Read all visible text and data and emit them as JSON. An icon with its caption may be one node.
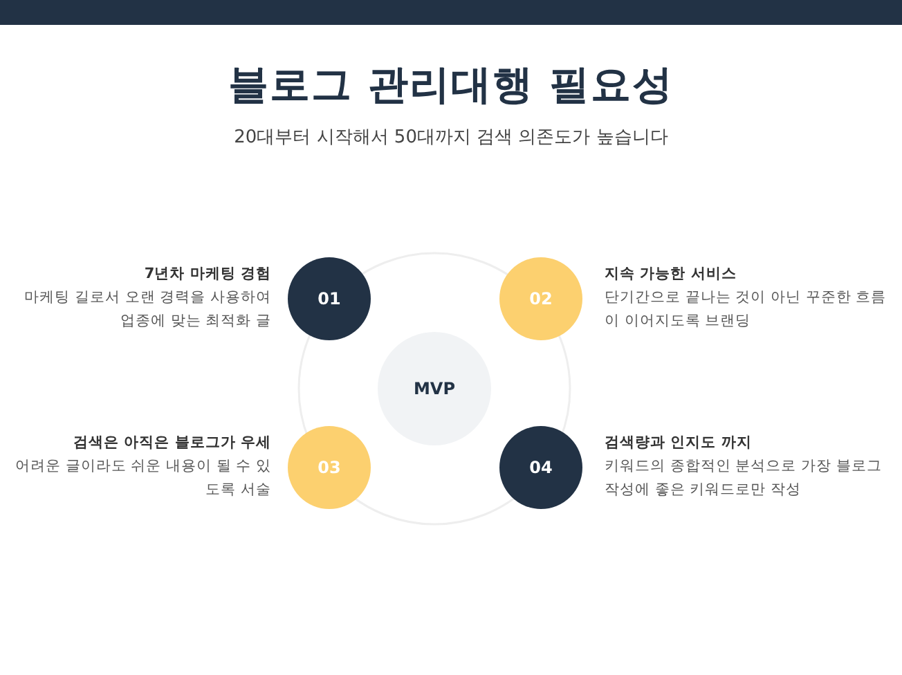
{
  "diagram": {
    "title": "블로그 관리대행 필요성",
    "caption": "20대부터 시작해서  50대까지 검색 의존도가 높습니다",
    "nodes": [
      {
        "text": [
          "MVP"
        ]
      },
      {
        "text": [
          "01"
        ],
        "beside": [
          "7년차 마케팅 경험",
          "마케팅 길로서 오랜 경력을 사용하여 업종에 맞는 최적화 글"
        ]
      },
      {
        "text": [
          "02"
        ],
        "beside": [
          "지속 가능한 서비스",
          "단기간으로 끝나는 것이 아닌 꾸준한 흐름이 이어지도록 브랜딩"
        ]
      },
      {
        "text": [
          "03"
        ],
        "beside": [
          "검색은 아직은 블로그가 우세",
          "어려운 글이라도 쉬운 내용이 될 수 있도록 서술"
        ]
      },
      {
        "text": [
          "04"
        ],
        "beside": [
          "검색량과 인지도 까지",
          "키워드의 종합적인 분석으로 가장 블로그 작성에 좋은 키워드로만 작성"
        ]
      }
    ]
  }
}
